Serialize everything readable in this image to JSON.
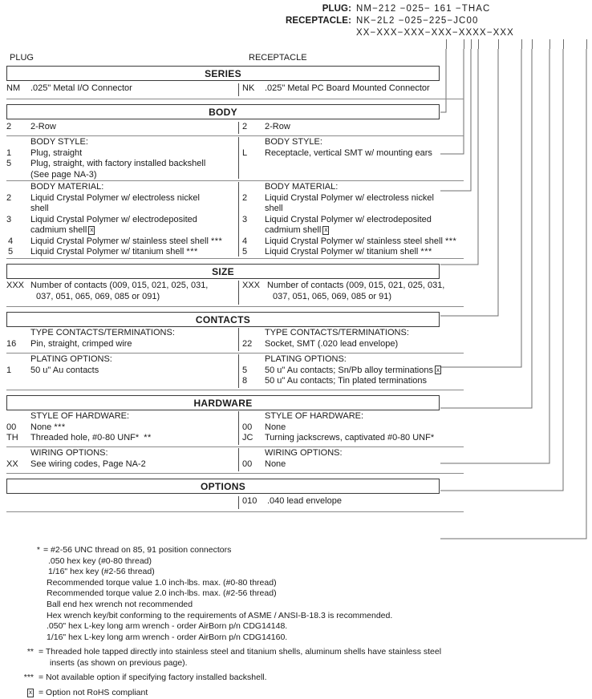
{
  "part_number_header": {
    "rows": [
      {
        "label": "PLUG:",
        "value": "NM−212 −025− 161 −THAC"
      },
      {
        "label": "RECEPTACLE:",
        "value": "NK−2L2 −025−225−JC00"
      },
      {
        "label": "",
        "value": "XX−XXX−XXX−XXX−XXXX−XXX"
      }
    ]
  },
  "column_titles": {
    "plug": "PLUG",
    "receptacle": "RECEPTACLE"
  },
  "sections": [
    {
      "name": "SERIES",
      "groups": [
        {
          "title_plug": "",
          "title_recp": "",
          "plug": [
            {
              "code": "NM",
              "desc": ".025\" Metal I/O Connector"
            }
          ],
          "recp": [
            {
              "code": "NK",
              "desc": ".025\" Metal PC Board Mounted Connector"
            }
          ]
        }
      ]
    },
    {
      "name": "BODY",
      "groups": [
        {
          "title_plug": "",
          "title_recp": "",
          "plug": [
            {
              "code": "2",
              "desc": "2-Row"
            }
          ],
          "recp": [
            {
              "code": "2",
              "desc": "2-Row"
            }
          ]
        },
        {
          "title_plug": "BODY STYLE:",
          "title_recp": "BODY STYLE:",
          "plug": [
            {
              "code": "1",
              "desc": "Plug, straight"
            },
            {
              "code": "5",
              "desc": "Plug, straight, with factory installed backshell",
              "cont": "(See page NA-3)"
            }
          ],
          "recp": [
            {
              "code": "L",
              "desc": "Receptacle, vertical SMT w/ mounting ears"
            }
          ]
        },
        {
          "title_plug": "BODY MATERIAL:",
          "title_recp": "BODY MATERIAL:",
          "plug": [
            {
              "code": "2",
              "desc": "Liquid Crystal Polymer w/ electroless nickel",
              "cont": "shell"
            },
            {
              "code": "3",
              "desc": "Liquid Crystal Polymer w/ electrodeposited",
              "cont": "cadmium shell",
              "cont_rohs": true
            },
            {
              "code": "4",
              "desc": "Liquid Crystal Polymer w/ stainless steel shell",
              "stars": "***"
            },
            {
              "code": "5",
              "desc": "Liquid Crystal Polymer w/ titanium shell",
              "stars": "***"
            }
          ],
          "recp": [
            {
              "code": "2",
              "desc": "Liquid Crystal Polymer w/ electroless nickel",
              "cont": "shell"
            },
            {
              "code": "3",
              "desc": "Liquid Crystal Polymer w/ electrodeposited",
              "cont": "cadmium shell",
              "cont_rohs": true
            },
            {
              "code": "4",
              "desc": "Liquid Crystal Polymer w/ stainless steel shell",
              "stars": "***"
            },
            {
              "code": "5",
              "desc": "Liquid Crystal Polymer w/ titanium shell",
              "stars": "***"
            }
          ]
        }
      ]
    },
    {
      "name": "SIZE",
      "groups": [
        {
          "title_plug": "",
          "title_recp": "",
          "plug": [
            {
              "code": "XXX",
              "desc": "Number of contacts (009, 015, 021, 025, 031,",
              "cont": "037, 051, 065, 069, 085 or 091)"
            }
          ],
          "recp": [
            {
              "code": "XXX",
              "desc": "Number of contacts (009, 015, 021, 025, 031,",
              "cont": "037, 051, 065, 069, 085 or 91)"
            }
          ]
        }
      ]
    },
    {
      "name": "CONTACTS",
      "groups": [
        {
          "title_plug": "TYPE CONTACTS/TERMINATIONS:",
          "title_recp": "TYPE CONTACTS/TERMINATIONS:",
          "plug": [
            {
              "code": "16",
              "desc": "Pin, straight, crimped wire"
            }
          ],
          "recp": [
            {
              "code": "22",
              "desc": "Socket, SMT (.020 lead envelope)"
            }
          ]
        },
        {
          "title_plug": "PLATING OPTIONS:",
          "title_recp": "PLATING OPTIONS:",
          "plug": [
            {
              "code": "1",
              "desc": "50 u\" Au contacts"
            }
          ],
          "recp": [
            {
              "code": "5",
              "desc": "50 u\" Au contacts; Sn/Pb alloy terminations",
              "rohs": true
            },
            {
              "code": "8",
              "desc": "50 u\" Au contacts; Tin plated terminations"
            }
          ]
        }
      ]
    },
    {
      "name": "HARDWARE",
      "groups": [
        {
          "title_plug": "STYLE OF HARDWARE:",
          "title_recp": "STYLE OF HARDWARE:",
          "plug": [
            {
              "code": "00",
              "desc": "None",
              "stars": "***"
            },
            {
              "code": "TH",
              "desc": "Threaded hole, #0-80 UNF*",
              "stars": "**"
            }
          ],
          "recp": [
            {
              "code": "00",
              "desc": "None"
            },
            {
              "code": "JC",
              "desc": "Turning jackscrews, captivated #0-80 UNF*"
            }
          ]
        },
        {
          "title_plug": "WIRING OPTIONS:",
          "title_recp": "WIRING OPTIONS:",
          "plug": [
            {
              "code": "XX",
              "desc": "See wiring codes, Page NA-2"
            }
          ],
          "recp": [
            {
              "code": "00",
              "desc": "None"
            }
          ]
        }
      ]
    },
    {
      "name": "OPTIONS",
      "groups": [
        {
          "title_plug": "",
          "title_recp": "",
          "plug": [],
          "recp": [
            {
              "code": "010",
              "desc": ".040 lead envelope"
            }
          ]
        }
      ]
    }
  ],
  "footnotes": {
    "star_mark": "*",
    "star_lines": [
      "= #2-56 UNC thread on 85, 91 position connectors",
      ".050 hex key (#0-80 thread)",
      "1/16\" hex key (#2-56 thread)",
      "Recommended torque value 1.0 inch-lbs. max. (#0-80 thread)",
      "Recommended torque value 2.0 inch-lbs. max. (#2-56 thread)",
      "Ball end hex wrench not recommended",
      "Hex wrench key/bit conforming to the requirements of ASME / ANSI-B-18.3 is recommended.",
      ".050\" hex L-key long arm wrench - order AirBorn p/n CDG14148.",
      "1/16\" hex L-key long arm wrench - order AirBorn p/n CDG14160."
    ],
    "dstar_mark": "**",
    "dstar_line1": "= Threaded hole tapped directly into stainless steel and titanium shells, aluminum shells have stainless steel",
    "dstar_line2": "inserts (as shown on previous page).",
    "tstar_mark": "***",
    "tstar_line": "= Not available option if specifying factory installed backshell.",
    "rohs_mark": "x",
    "rohs_line": "= Option not RoHS compliant"
  },
  "colors": {
    "text": "#1a1a1a",
    "rule": "#8a8a8a",
    "box_border": "#3a3a3a",
    "leader": "#6d6d6d"
  }
}
